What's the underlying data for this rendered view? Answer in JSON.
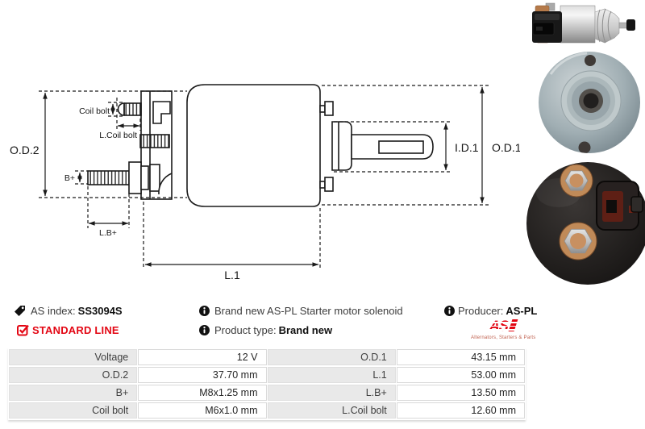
{
  "colors": {
    "brand_red": "#e30613",
    "line_color": "#1a1a1a"
  },
  "drawing": {
    "labels": {
      "od2": "O.D.2",
      "coil_bolt": "Coil bolt",
      "l_coil_bolt": "L.Coil bolt",
      "b_plus": "B+",
      "l_b_plus": "L.B+",
      "l1": "L.1",
      "id1": "I.D.1",
      "od1": "O.D.1"
    }
  },
  "info": {
    "as_index_label": "AS index:",
    "as_index_value": "SS3094S",
    "standard_line_label": "STANDARD LINE",
    "description": "Brand new AS-PL Starter motor solenoid",
    "product_type_label": "Product type:",
    "product_type_value": "Brand new",
    "producer_label": "Producer:",
    "producer_value": "AS-PL",
    "logo_text": "AS",
    "logo_tagline": "Alternators, Starters & Parts"
  },
  "spec_table": {
    "rows": [
      {
        "label1": "Voltage",
        "value1": "12 V",
        "label2": "O.D.1",
        "value2": "43.15 mm"
      },
      {
        "label1": "O.D.2",
        "value1": "37.70 mm",
        "label2": "L.1",
        "value2": "53.00 mm"
      },
      {
        "label1": "B+",
        "value1": "M8x1.25 mm",
        "label2": "L.B+",
        "value2": "13.50 mm"
      },
      {
        "label1": "Coil bolt",
        "value1": "M6x1.0 mm",
        "label2": "L.Coil bolt",
        "value2": "12.60 mm"
      }
    ]
  }
}
